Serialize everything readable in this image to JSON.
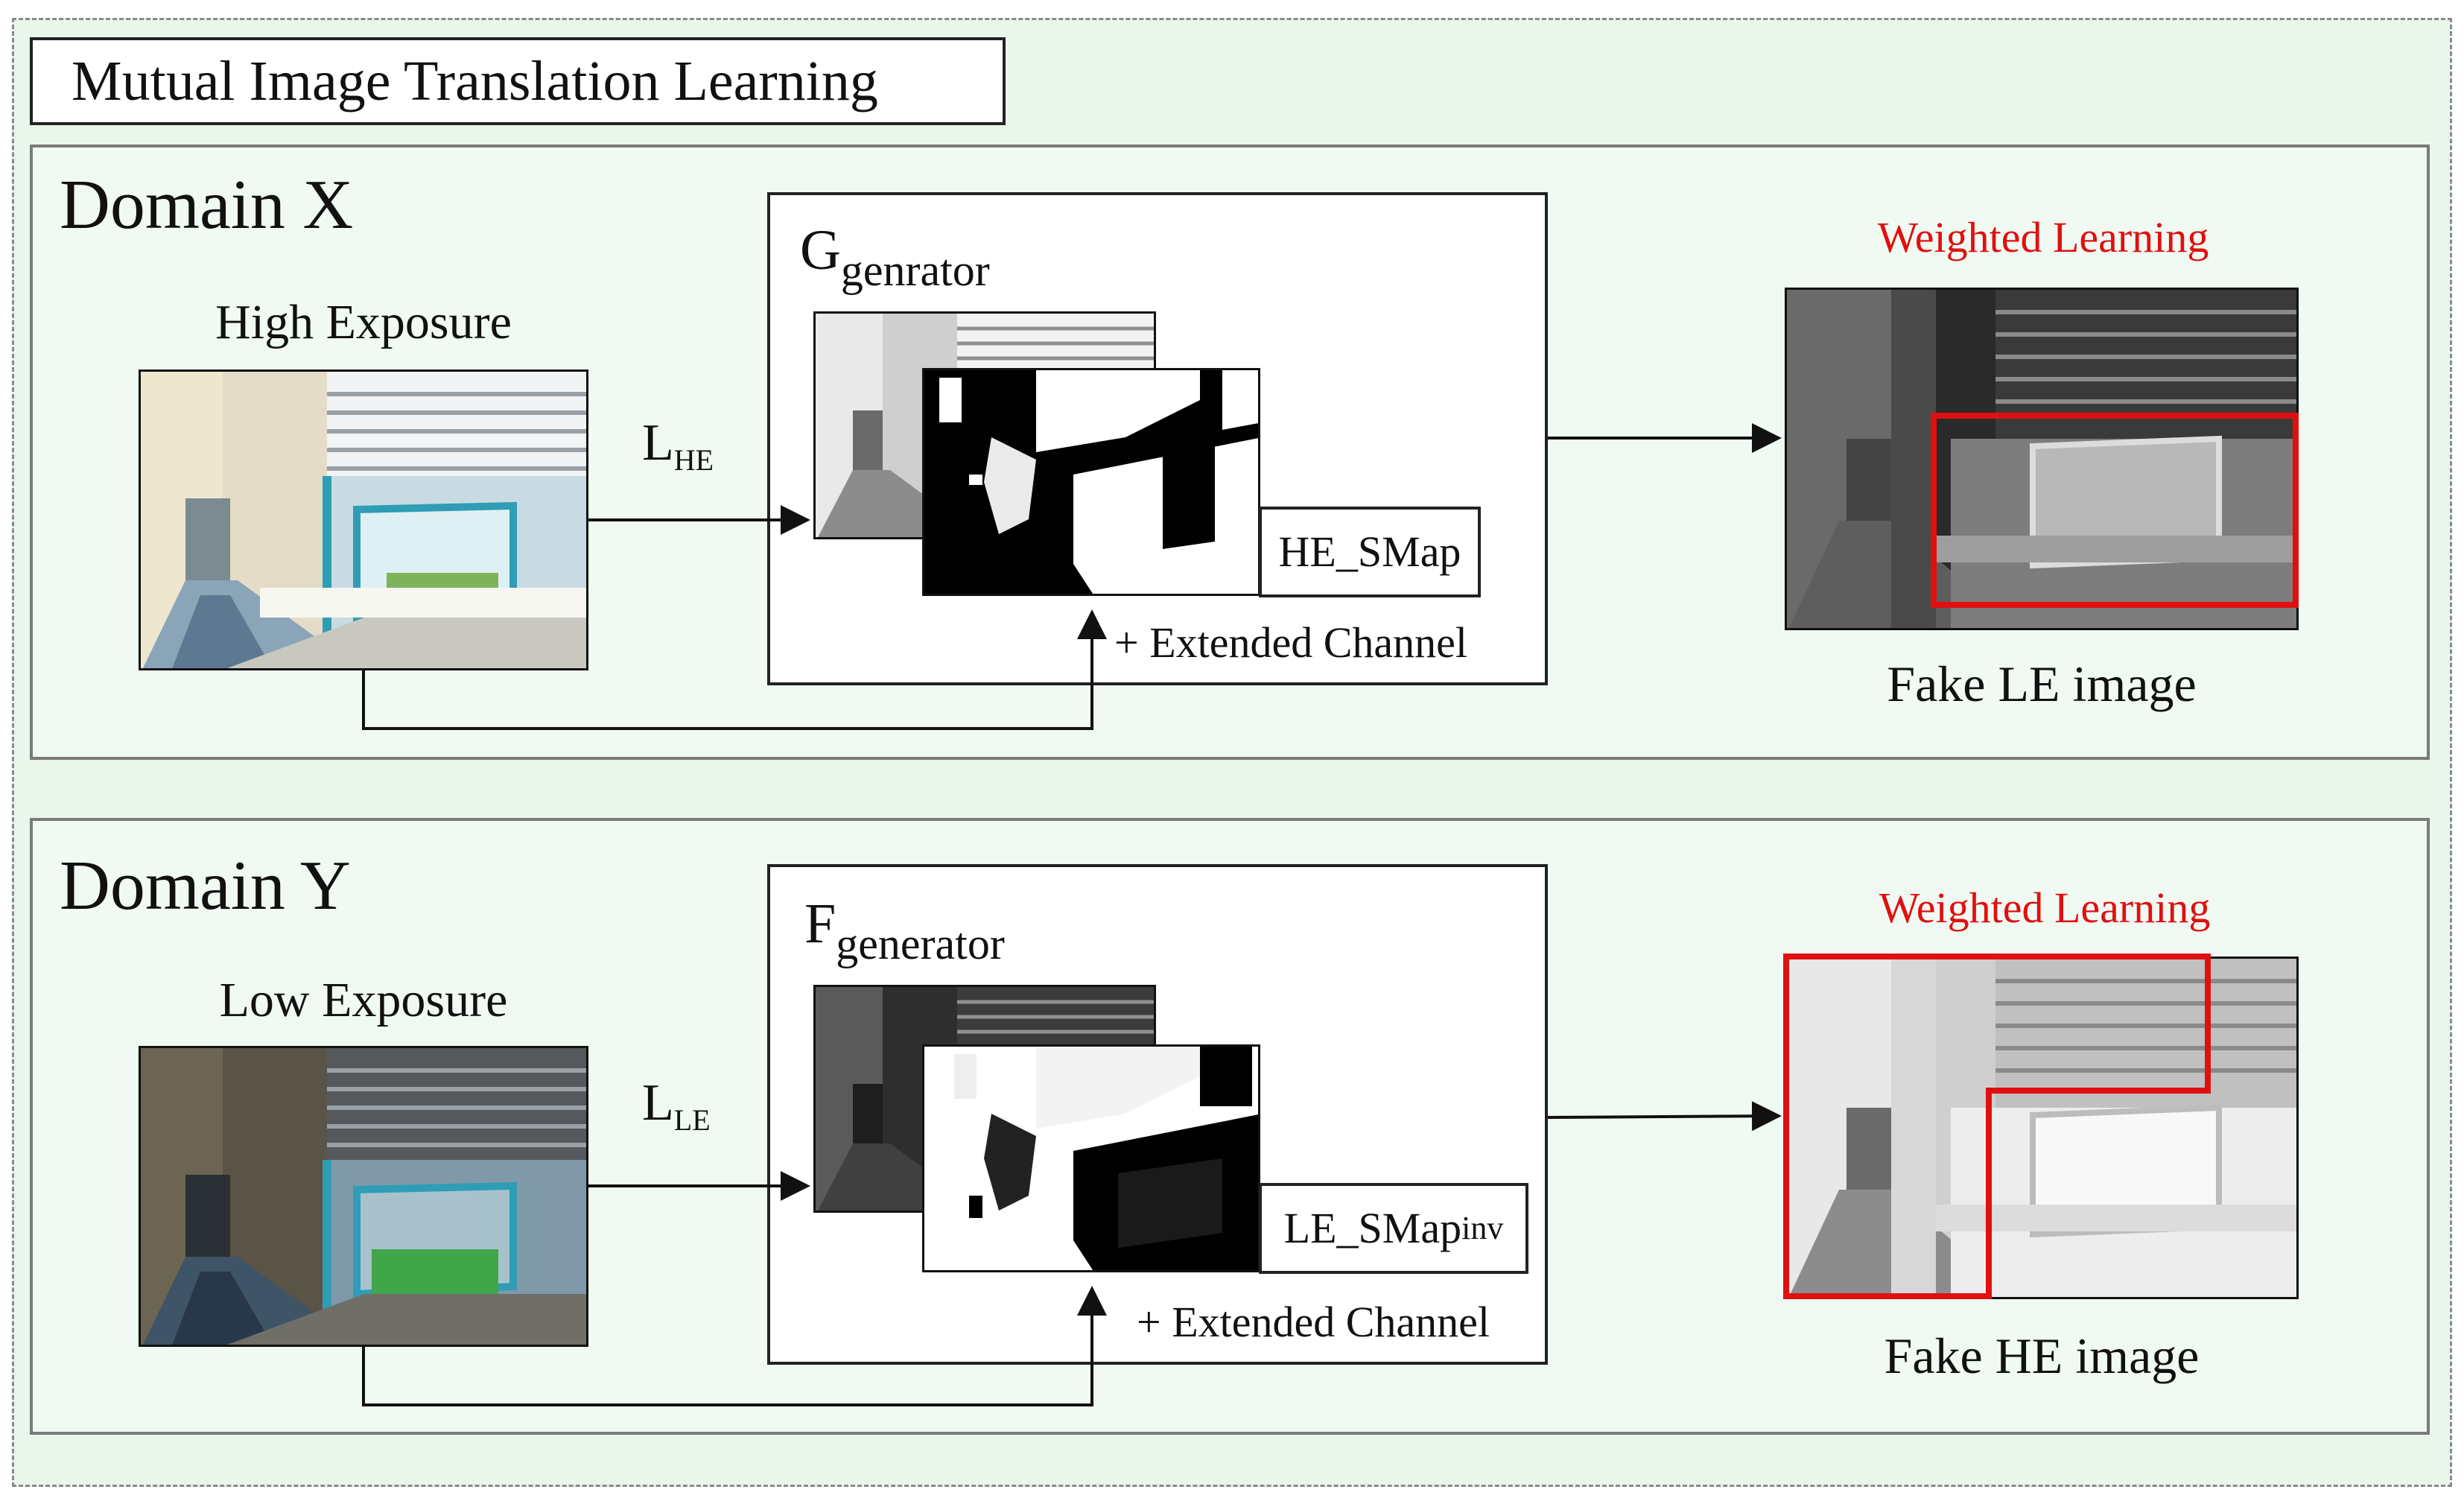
{
  "title": "Mutual Image Translation Learning",
  "domains": [
    {
      "name": "Domain X",
      "input_label": "High Exposure",
      "loss": {
        "base": "L",
        "sub": "HE"
      },
      "generator": {
        "base": "G",
        "sub": "genrator"
      },
      "smap": {
        "base": "HE_SMap",
        "sub": ""
      },
      "extended": "+ Extended Channel",
      "weighted": "Weighted Learning",
      "output_label": "Fake LE image"
    },
    {
      "name": "Domain Y",
      "input_label": "Low Exposure",
      "loss": {
        "base": "L",
        "sub": "LE"
      },
      "generator": {
        "base": "F",
        "sub": "generator"
      },
      "smap": {
        "base": "LE_SMap",
        "sub": "inv"
      },
      "extended": "+ Extended Channel",
      "weighted": "Weighted Learning",
      "output_label": "Fake HE image"
    }
  ],
  "colors": {
    "background": "#e9f6ec",
    "panel": "#f0f9f2",
    "highlight": "#e01010",
    "line": "#111111"
  },
  "icons": [
    "corridor-photo",
    "saliency-map",
    "arrow"
  ]
}
